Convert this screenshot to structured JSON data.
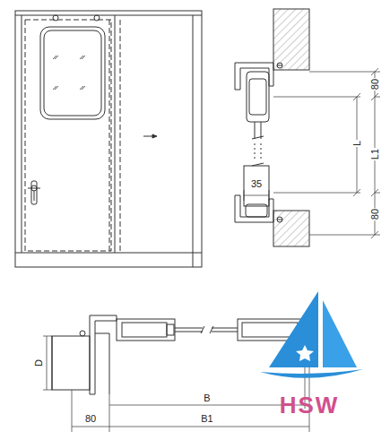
{
  "diagram": {
    "labels": [
      "80",
      "L",
      "L1",
      "80",
      "35",
      "D",
      "80",
      "B",
      "B1",
      "HSW"
    ]
  }
}
